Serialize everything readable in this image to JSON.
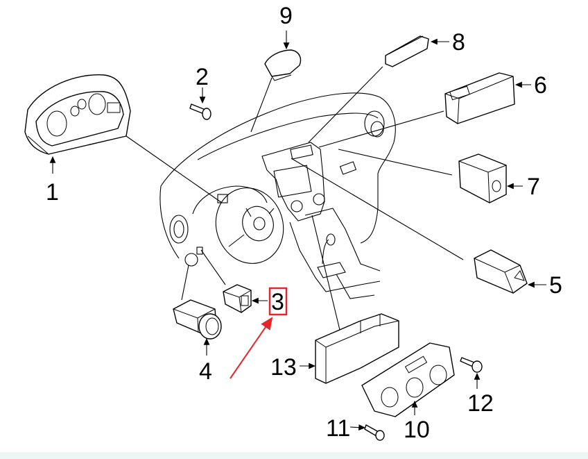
{
  "diagram": {
    "callouts": [
      {
        "id": "1",
        "label": "1"
      },
      {
        "id": "2",
        "label": "2"
      },
      {
        "id": "3",
        "label": "3"
      },
      {
        "id": "4",
        "label": "4"
      },
      {
        "id": "5",
        "label": "5"
      },
      {
        "id": "6",
        "label": "6"
      },
      {
        "id": "7",
        "label": "7"
      },
      {
        "id": "8",
        "label": "8"
      },
      {
        "id": "9",
        "label": "9"
      },
      {
        "id": "10",
        "label": "10"
      },
      {
        "id": "11",
        "label": "11"
      },
      {
        "id": "12",
        "label": "12"
      },
      {
        "id": "13",
        "label": "13"
      }
    ],
    "highlight": {
      "target": "3",
      "color": "#e8232a"
    }
  }
}
